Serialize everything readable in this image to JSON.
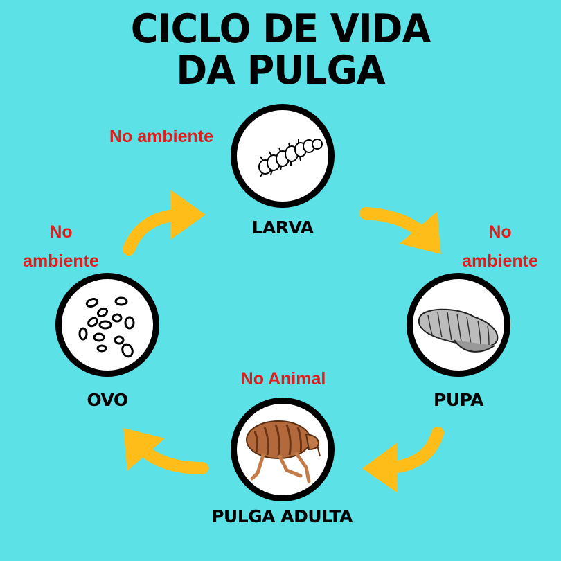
{
  "title": {
    "line1": "CICLO DE VIDA",
    "line2": "DA PULGA"
  },
  "stages": {
    "larva": {
      "label": "LARVA",
      "location": "No ambiente",
      "icon": "larva-icon"
    },
    "pupa": {
      "label": "PUPA",
      "location_line1": "No",
      "location_line2": "ambiente",
      "icon": "pupa-icon"
    },
    "adult": {
      "label": "PULGA ADULTA",
      "location": "No Animal",
      "icon": "flea-icon"
    },
    "egg": {
      "label": "OVO",
      "location_line1": "No",
      "location_line2": "ambiente",
      "icon": "eggs-icon"
    }
  },
  "colors": {
    "background": "#5ce1e6",
    "arrow": "#ffbd1a",
    "location_text": "#e31b1b",
    "outline": "#000000"
  }
}
